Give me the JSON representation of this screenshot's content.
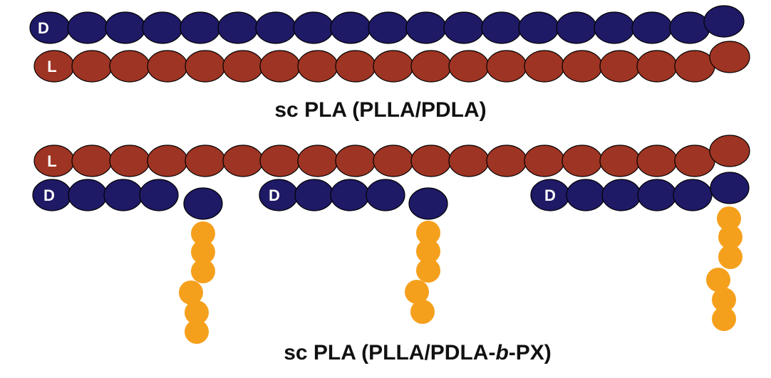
{
  "colors": {
    "d_unit": "#1e1a66",
    "l_unit": "#9e3423",
    "px_block": "#f5a01c",
    "outline": "#000000",
    "text": "#111111",
    "unit_label": "#ffffff"
  },
  "panel_top": {
    "caption": "sc PLA (PLLA/PDLA)",
    "pdla_chain": {
      "end_label": "D"
    },
    "plla_chain": {
      "end_label": "L"
    }
  },
  "panel_bottom": {
    "caption_prefix": "sc PLA (PLLA/PDLA-",
    "caption_italic": "b",
    "caption_suffix": "-PX)",
    "plla_chain": {
      "end_label": "L"
    },
    "pdla_segments": [
      {
        "end_label": "D"
      },
      {
        "end_label": "D"
      },
      {
        "end_label": "D"
      }
    ]
  }
}
